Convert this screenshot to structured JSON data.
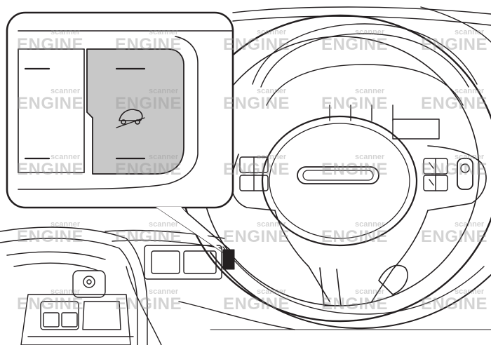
{
  "figure": {
    "subject": "steering-wheel-area-with-inset-switch",
    "watermark": {
      "main": "ENGINE",
      "sub": "scanner",
      "columns": 5,
      "rows": 5
    },
    "colors": {
      "line": "#231f20",
      "highlight_fill": "#c8c8c8",
      "background": "#ffffff"
    },
    "icons": [
      "switch-vehicle-icon",
      "window-switch-icon"
    ]
  }
}
